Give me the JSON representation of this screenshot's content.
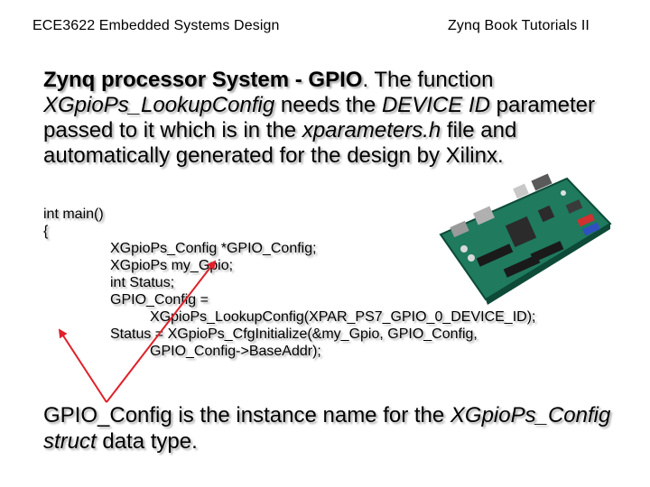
{
  "header": {
    "left": "ECE3622 Embedded Systems Design",
    "right": "Zynq Book Tutorials II"
  },
  "intro": {
    "bold_lead": "Zynq processor System - GPIO",
    "after_bold": ". The function",
    "func_name": "XGpioPs_LookupConfig",
    "t1": " needs the ",
    "device_id": "DEVICE ID",
    "t2": " parameter passed to it which is in the ",
    "params_file": "xparameters.h",
    "t3": " file and automatically generated for the design by Xilinx."
  },
  "code": {
    "lines": [
      "int main()",
      "{",
      "XGpioPs_Config *GPIO_Config;",
      "XGpioPs my_Gpio;",
      "int Status;",
      "GPIO_Config =",
      "XGpioPs_LookupConfig(XPAR_PS7_GPIO_0_DEVICE_ID);",
      "Status = XGpioPs_CfgInitialize(&my_Gpio, GPIO_Config,",
      "GPIO_Config->BaseAddr);"
    ]
  },
  "outro": {
    "t1": "GPIO_Config is the instance name for the ",
    "struct_name": "XGpioPs_Config",
    "struct_kw": "struct",
    "t2": " data type."
  },
  "colors": {
    "arrow": "#e0202a",
    "board_pcb": "#1f7a5e",
    "text": "#000000"
  }
}
